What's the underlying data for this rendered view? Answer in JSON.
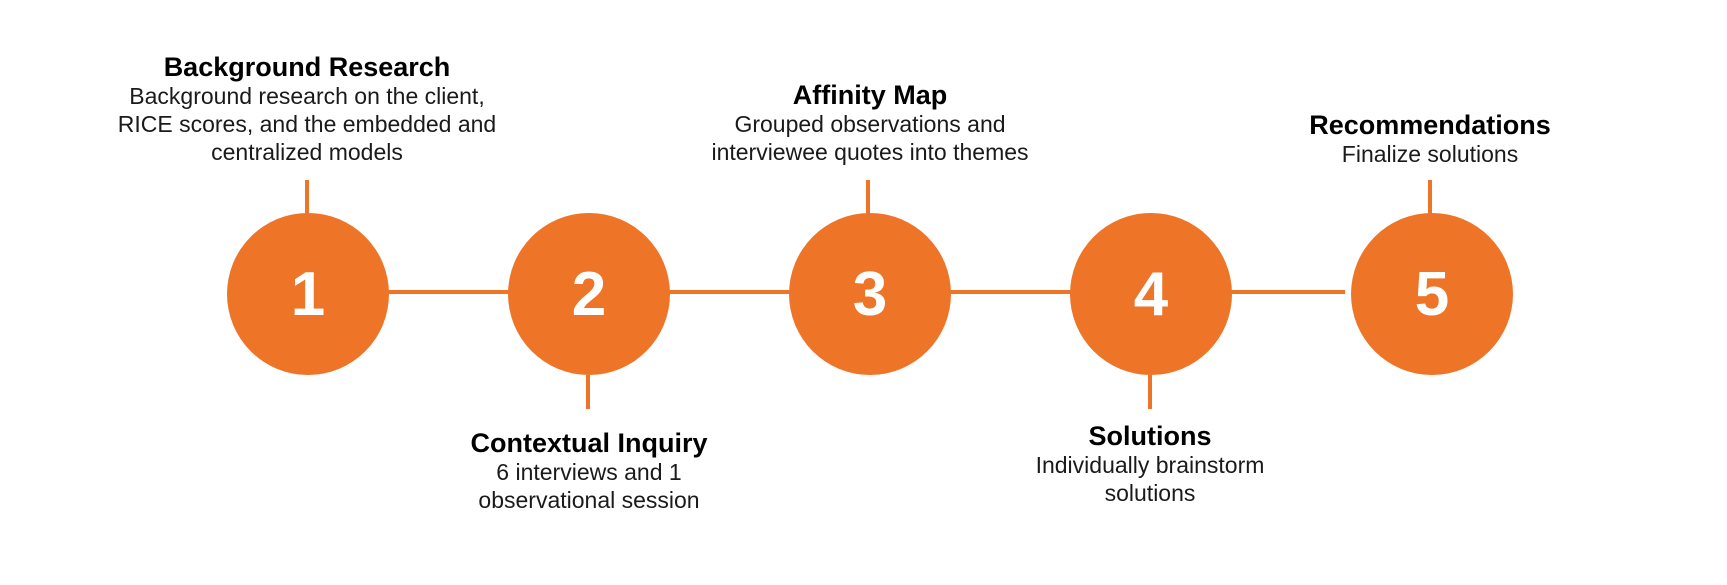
{
  "accent_color": "#EE7428",
  "steps": [
    {
      "number": "1",
      "title": "Background Research",
      "desc_lines": [
        "Background research on the client,",
        "RICE scores, and the embedded and",
        "centralized models"
      ],
      "position": "above"
    },
    {
      "number": "2",
      "title": "Contextual Inquiry",
      "desc_lines": [
        "6 interviews and 1",
        "observational session"
      ],
      "position": "below"
    },
    {
      "number": "3",
      "title": "Affinity Map",
      "desc_lines": [
        "Grouped observations and",
        "interviewee quotes into themes"
      ],
      "position": "above"
    },
    {
      "number": "4",
      "title": "Solutions",
      "desc_lines": [
        "Individually brainstorm",
        "solutions"
      ],
      "position": "below"
    },
    {
      "number": "5",
      "title": "Recommendations",
      "desc_lines": [
        "Finalize solutions"
      ],
      "position": "above"
    }
  ]
}
